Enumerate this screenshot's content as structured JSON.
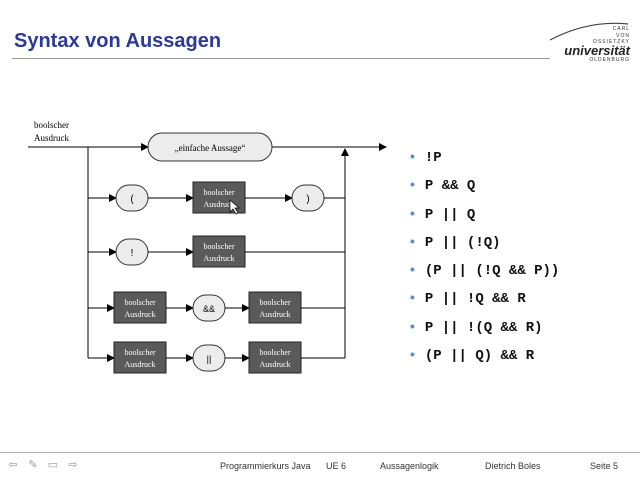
{
  "header": {
    "title": "Syntax von Aussagen",
    "logo": {
      "line1": "CARL",
      "line2": "VON",
      "line3": "OSSIETZKY",
      "line4": "universität",
      "line5": "OLDENBURG"
    }
  },
  "diagram": {
    "start_label_line1": "boolscher",
    "start_label_line2": "Ausdruck",
    "simple_statement": "„einfache Aussage“",
    "open_paren": "(",
    "close_paren": ")",
    "not": "!",
    "and": "&&",
    "or": "||",
    "nonterminal_line1": "boolscher",
    "nonterminal_line2": "Ausdruck"
  },
  "examples": [
    "!P",
    "P && Q",
    "P || Q",
    "P || (!Q)",
    "(P || (!Q && P))",
    "P || !Q && R",
    "P || !(Q && R)",
    "(P || Q) && R"
  ],
  "footer": {
    "course": "Programmierkurs Java",
    "unit": "UE 6",
    "topic": "Aussagenlogik",
    "author": "Dietrich Boles",
    "page": "Seite 5"
  },
  "colors": {
    "title": "#2b3a9a",
    "bullet": "#5a8fc8",
    "nonterminal_fill": "#5a5a5a"
  }
}
